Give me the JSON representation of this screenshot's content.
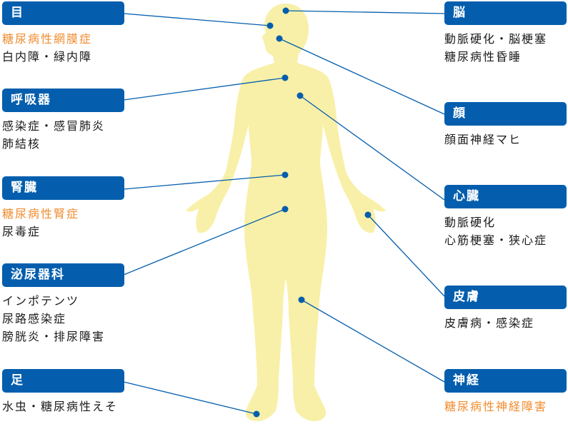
{
  "colors": {
    "label_bg": "#045ead",
    "label_text": "#ffffff",
    "diabetic_text": "#f08c2e",
    "normal_text": "#1a1a1a",
    "body_fill": "#f8f0a8",
    "pointer": "#045ead"
  },
  "left_organs": [
    {
      "label": "目",
      "diseases": [
        {
          "text": "糖尿病性網膜症",
          "diabetic": true
        },
        {
          "text": "白内障・緑内障",
          "diabetic": false
        }
      ]
    },
    {
      "label": "呼吸器",
      "diseases": [
        {
          "text": "感染症・感冒肺炎",
          "diabetic": false
        },
        {
          "text": "肺結核",
          "diabetic": false
        }
      ]
    },
    {
      "label": "腎臓",
      "diseases": [
        {
          "text": "糖尿病性腎症",
          "diabetic": true
        },
        {
          "text": "尿毒症",
          "diabetic": false
        }
      ]
    },
    {
      "label": "泌尿器科",
      "diseases": [
        {
          "text": "インポテンツ",
          "diabetic": false
        },
        {
          "text": "尿路感染症",
          "diabetic": false
        },
        {
          "text": "膀胱炎・排尿障害",
          "diabetic": false
        }
      ]
    },
    {
      "label": "足",
      "diseases": [
        {
          "text": "水虫・糖尿病性えそ",
          "diabetic": false
        }
      ]
    }
  ],
  "right_organs": [
    {
      "label": "脳",
      "diseases": [
        {
          "text": "動脈硬化・脳梗塞",
          "diabetic": false
        },
        {
          "text": "糖尿病性昏睡",
          "diabetic": false
        }
      ]
    },
    {
      "label": "顔",
      "diseases": [
        {
          "text": "顔面神経マヒ",
          "diabetic": false
        }
      ]
    },
    {
      "label": "心臓",
      "diseases": [
        {
          "text": "動脈硬化",
          "diabetic": false
        },
        {
          "text": "心筋梗塞・狭心症",
          "diabetic": false
        }
      ]
    },
    {
      "label": "皮膚",
      "diseases": [
        {
          "text": "皮膚病・感染症",
          "diabetic": false
        }
      ]
    },
    {
      "label": "神経",
      "diseases": [
        {
          "text": "糖尿病性神経障害",
          "diabetic": true
        }
      ]
    }
  ]
}
